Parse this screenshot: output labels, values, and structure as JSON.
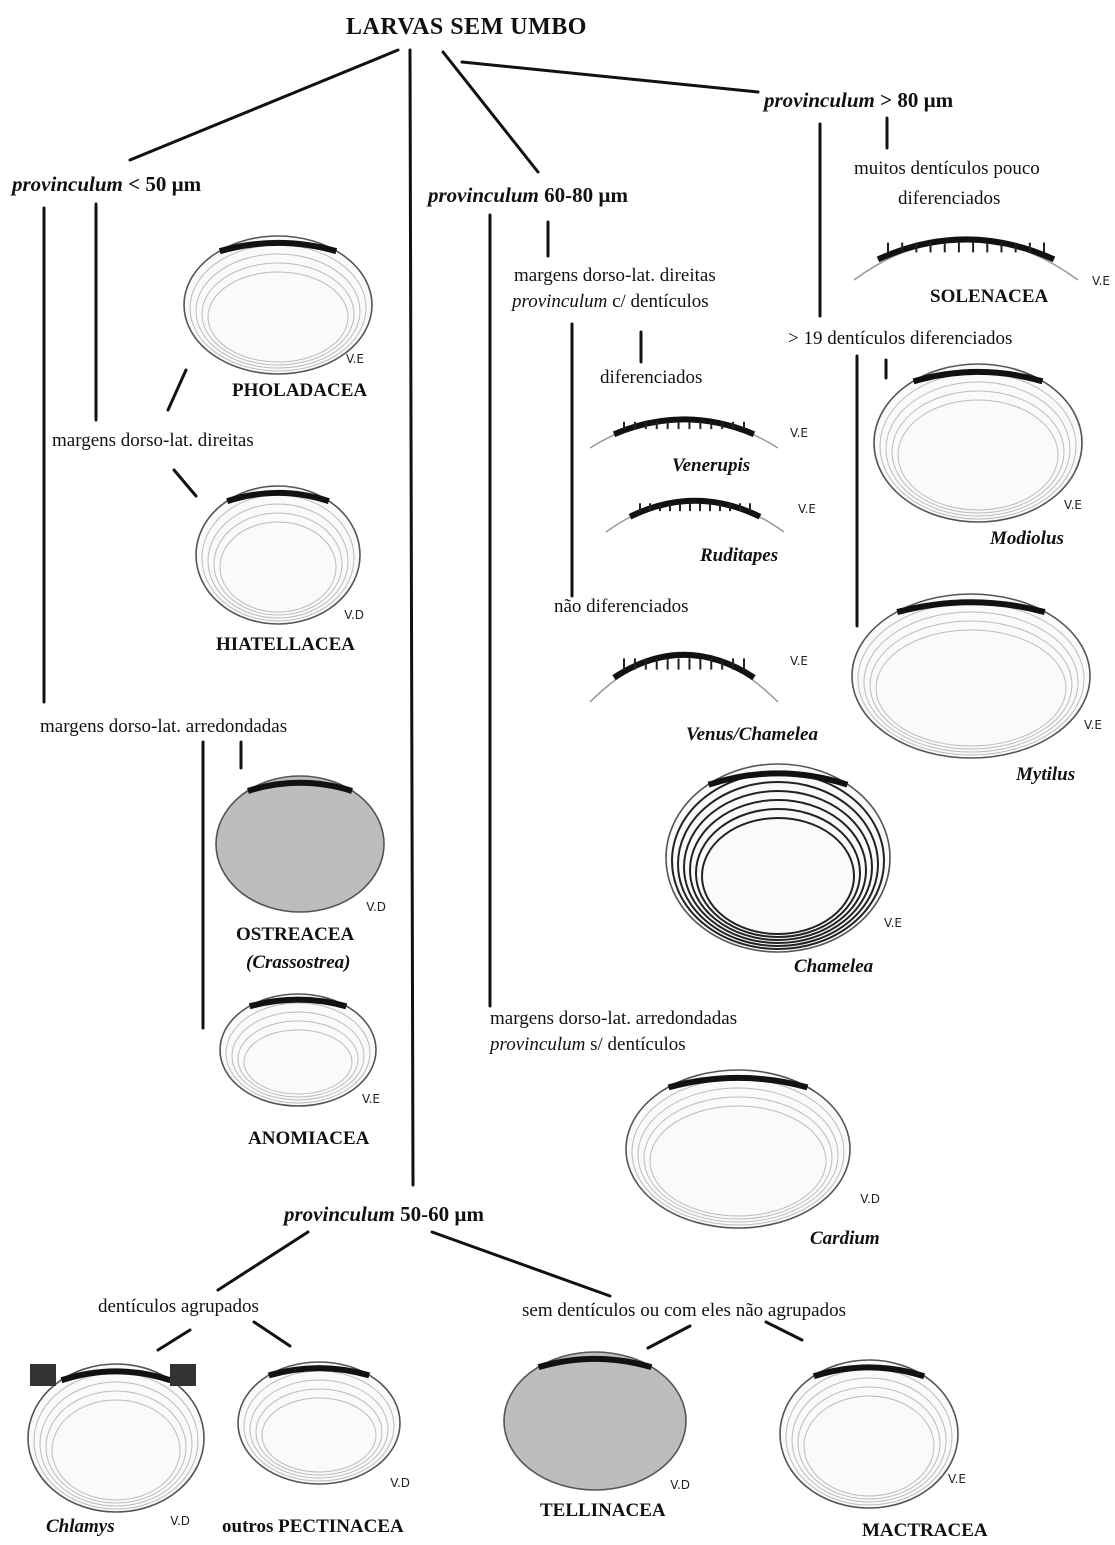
{
  "title": "LARVAS SEM UMBO",
  "branches": {
    "p_lt50": {
      "term": "provinculum",
      "rest": " < 50 µm"
    },
    "p_6080": {
      "term": "provinculum",
      "rest": "  60-80 µm"
    },
    "p_gt80": {
      "term": "provinculum",
      "rest": " > 80 µm"
    },
    "p_5060": {
      "term": "provinculum",
      "rest": " 50-60 µm"
    }
  },
  "labels": {
    "margens_direitas_left": "margens dorso-lat. direitas",
    "margens_arred_left": "margens dorso-lat. arredondadas",
    "mid_direitas_1": "margens dorso-lat. direitas",
    "mid_direitas_2_term": "provinculum",
    "mid_direitas_2_rest": " c/ dentículos",
    "diferenciados": "diferenciados",
    "nao_diferenciados": "não diferenciados",
    "mid_arred_1": "margens dorso-lat. arredondadas",
    "mid_arred_2_term": "provinculum",
    "mid_arred_2_rest": " s/ dentículos",
    "muitos_1": "muitos dentículos pouco",
    "muitos_2": "diferenciados",
    "gt19": "> 19 dentículos diferenciados",
    "agrupados": "dentículos agrupados",
    "nao_agrupados": "sem dentículos ou com eles não agrupados"
  },
  "taxa": {
    "pholadacea": "PHOLADACEA",
    "hiatellacea": "HIATELLACEA",
    "ostreacea": "OSTREACEA",
    "crassostrea": "(Crassostrea)",
    "anomiacea": "ANOMIACEA",
    "venerupis": "Venerupis",
    "ruditapes": "Ruditapes",
    "venus_chamelea": "Venus/Chamelea",
    "chamelea": "Chamelea",
    "cardium": "Cardium",
    "solenacea": "SOLENACEA",
    "modiolus": "Modiolus",
    "mytilus": "Mytilus",
    "chlamys": "Chlamys",
    "outros_pectinacea": "outros PECTINACEA",
    "tellinacea": "TELLINACEA",
    "mactracea": "MACTRACEA"
  },
  "valve_tags": {
    "pholadacea": "V.E",
    "hiatellacea": "V.D",
    "ostreacea": "V.D",
    "anomiacea": "V.E",
    "venerupis": "V.E",
    "ruditapes": "V.E",
    "venus_chamelea": "V.E",
    "chamelea": "V.E",
    "cardium": "V.D",
    "solenacea": "V.E",
    "modiolus": "V.E",
    "mytilus": "V.E",
    "chlamys": "V.D",
    "outros_pectinacea": "V.D",
    "tellinacea": "V.D",
    "mactracea": "V.E"
  }
}
